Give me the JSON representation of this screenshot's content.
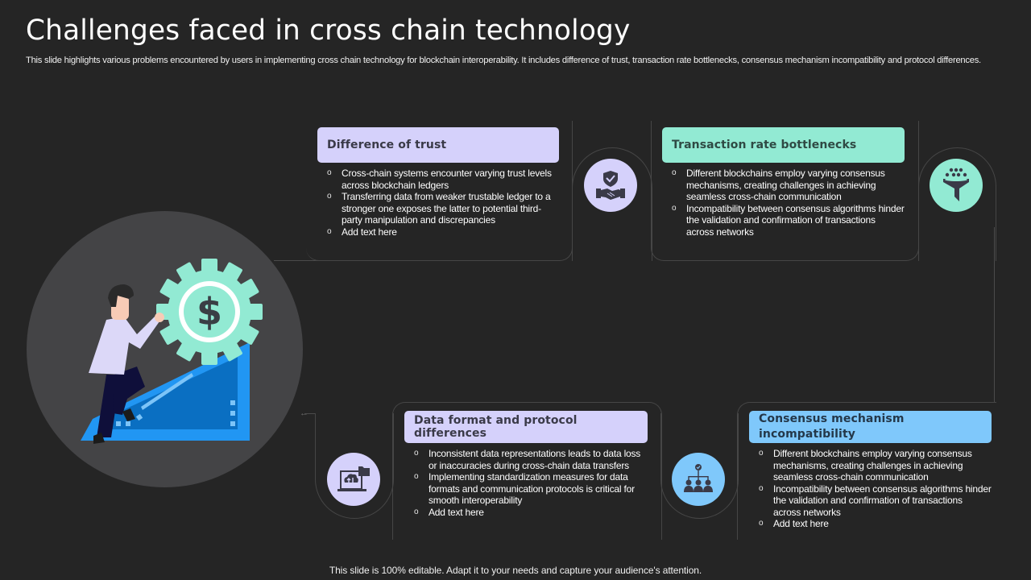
{
  "slide": {
    "title": "Challenges faced in cross chain technology",
    "subtitle": "This slide highlights various problems encountered by users in implementing cross chain technology for blockchain interoperability. It includes difference of trust, transaction rate bottlenecks, consensus mechanism incompatibility and protocol differences.",
    "footer": "This slide is 100% editable. Adapt it to your needs and capture your audience's attention."
  },
  "colors": {
    "background": "#252525",
    "lavender": "#d5d1fb",
    "mint": "#92ead3",
    "sky": "#7fc8fb",
    "hero_circle": "#444446",
    "connector": "#4b4b4b"
  },
  "hero": {
    "icon": "person-pushing-dollar-gear-uphill-illustration",
    "symbol": "$"
  },
  "cards": [
    {
      "id": "trust",
      "title": "Difference of trust",
      "icon": "shield-handshake-icon",
      "bullet_marker": "o",
      "bullets": [
        "Cross-chain systems encounter varying trust levels across blockchain ledgers",
        "Transferring data from weaker trustable ledger to a stronger one exposes the latter to potential third-party manipulation and discrepancies",
        "Add text here"
      ]
    },
    {
      "id": "transaction",
      "title": "Transaction rate bottlenecks",
      "icon": "funnel-filter-icon",
      "bullet_marker": "o",
      "bullets": [
        "Different blockchains employ varying consensus mechanisms, creating challenges in achieving seamless cross-chain communication",
        "Incompatibility between consensus algorithms hinder the validation and confirmation of transactions across networks"
      ]
    },
    {
      "id": "dataformat",
      "title": "Data format and protocol differences",
      "icon": "laptop-cloud-transfer-icon",
      "bullet_marker": "o",
      "bullets": [
        "Inconsistent data representations leads to data loss or inaccuracies during cross-chain data transfers",
        "Implementing standardization measures for data formats and communication protocols is critical for  smooth interoperability",
        "Add text here"
      ]
    },
    {
      "id": "consensus",
      "title": "Consensus mechanism incompatibility",
      "icon": "org-hierarchy-check-icon",
      "bullet_marker": "o",
      "bullets": [
        "Different blockchains employ varying consensus mechanisms, creating challenges in achieving seamless cross-chain communication",
        "Incompatibility between consensus algorithms hinder the validation and confirmation of transactions across networks",
        "Add text here"
      ]
    }
  ]
}
